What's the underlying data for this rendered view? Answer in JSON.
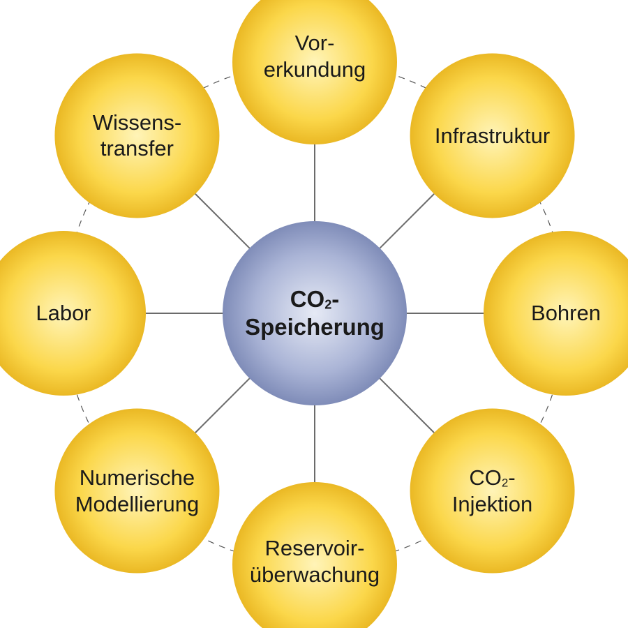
{
  "center": {
    "line1_prefix": "CO",
    "line1_sub": "2",
    "line1_suffix": "-",
    "line2": "Speicherung"
  },
  "nodes": [
    {
      "id": "vorerkundung",
      "lines": [
        "Vor-",
        "erkundung"
      ]
    },
    {
      "id": "infrastruktur",
      "lines": [
        "Infrastruktur"
      ]
    },
    {
      "id": "bohren",
      "lines": [
        "Bohren"
      ]
    },
    {
      "id": "co2-injektion",
      "lines": [
        "CO|2|-",
        "Injektion"
      ]
    },
    {
      "id": "reservoirueberwachung",
      "lines": [
        "Reservoir-",
        "überwachung"
      ]
    },
    {
      "id": "numerische-modellierung",
      "lines": [
        "Numerische",
        "Modellierung"
      ]
    },
    {
      "id": "labor",
      "lines": [
        "Labor"
      ]
    },
    {
      "id": "wissenstransfer",
      "lines": [
        "Wissens-",
        "transfer"
      ]
    }
  ],
  "colors": {
    "node_light": "#fff4b8",
    "node_mid": "#fbd74a",
    "node_dark": "#eab824",
    "center_light": "#e6eaf5",
    "center_mid": "#aab4d6",
    "center_dark": "#7f8cb8",
    "spoke": "#6b6b6b",
    "ring": "#555555"
  }
}
